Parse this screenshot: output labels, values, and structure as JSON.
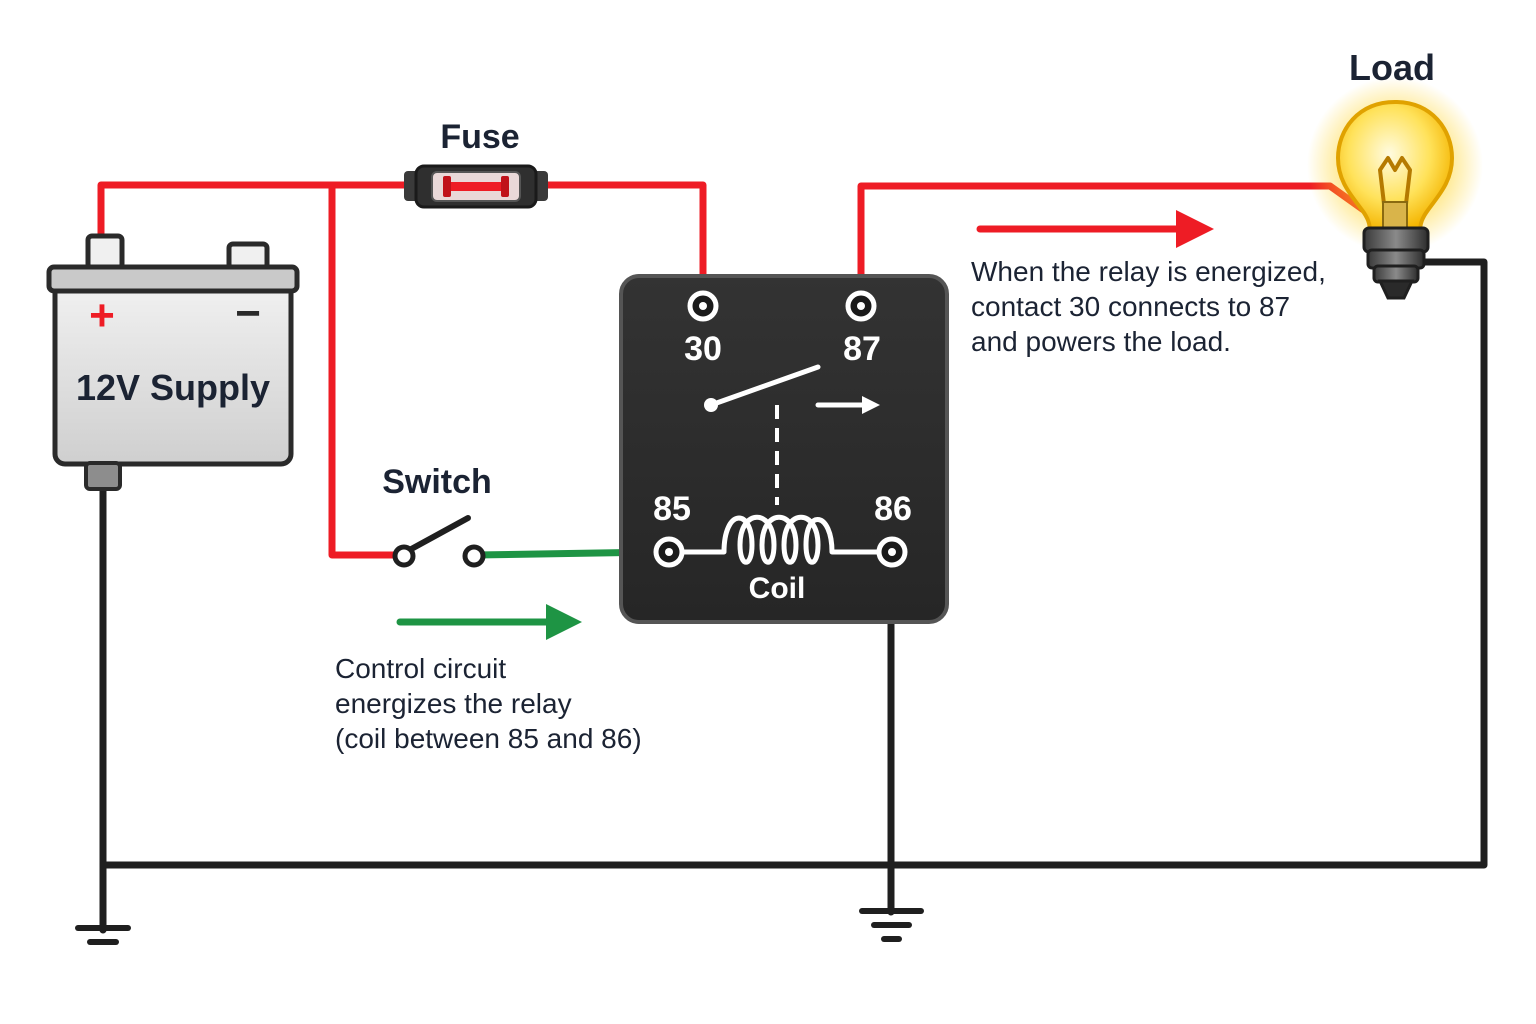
{
  "labels": {
    "fuse": "Fuse",
    "load": "Load",
    "supply": "12V Supply",
    "switch": "Switch",
    "coil": "Coil"
  },
  "battery": {
    "plus": "+",
    "minus": "−"
  },
  "relay": {
    "pin30": "30",
    "pin87": "87",
    "pin85": "85",
    "pin86": "86"
  },
  "notes": {
    "control": [
      "Control circuit",
      "energizes the relay",
      "(coil between 85 and 86)"
    ],
    "load": [
      "When the relay is energized,",
      "contact 30 connects to 87",
      "and powers the load."
    ]
  },
  "colors": {
    "power_wire": "#ee1c25",
    "control_wire": "#1e9444",
    "ground_wire": "#1f1f1f",
    "relay_body": "#2b2b2b",
    "bulb_glow": "#ffd21f"
  }
}
